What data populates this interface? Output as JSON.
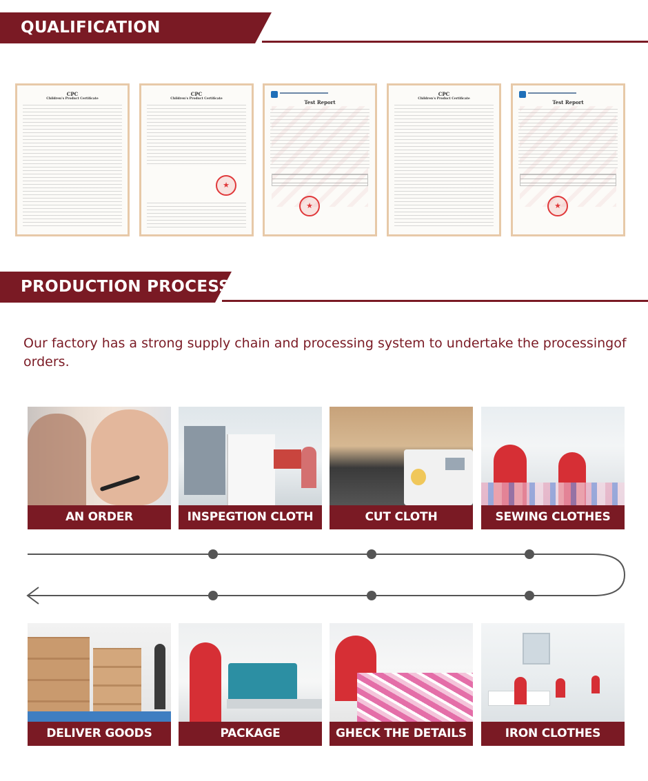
{
  "sections": {
    "qualification": {
      "title": "QUALIFICATION CERTIFICATE"
    },
    "production": {
      "title": "PRODUCTION PROCESS"
    }
  },
  "certificates": [
    {
      "heading": "CPC",
      "subheading": "Children's Product Certificate"
    },
    {
      "heading": "CPC",
      "subheading": "Children's Product Certificate"
    },
    {
      "heading": "Test Report",
      "subheading": ""
    },
    {
      "heading": "CPC",
      "subheading": "Children's Product Certificate"
    },
    {
      "heading": "Test Report",
      "subheading": ""
    }
  ],
  "intro": "Our factory has a strong supply chain and processing system to undertake the processingof orders.",
  "process_top": [
    {
      "label": "AN ORDER"
    },
    {
      "label": "INSPEGTION CLOTH"
    },
    {
      "label": "CUT CLOTH"
    },
    {
      "label": "SEWING CLOTHES"
    }
  ],
  "process_bottom": [
    {
      "label": "DELIVER GOODS"
    },
    {
      "label": "PACKAGE"
    },
    {
      "label": "GHECK THE DETAILS"
    },
    {
      "label": "IRON CLOTHES"
    }
  ],
  "colors": {
    "brand": "#7a1a24",
    "stamp": "#e0383a"
  }
}
